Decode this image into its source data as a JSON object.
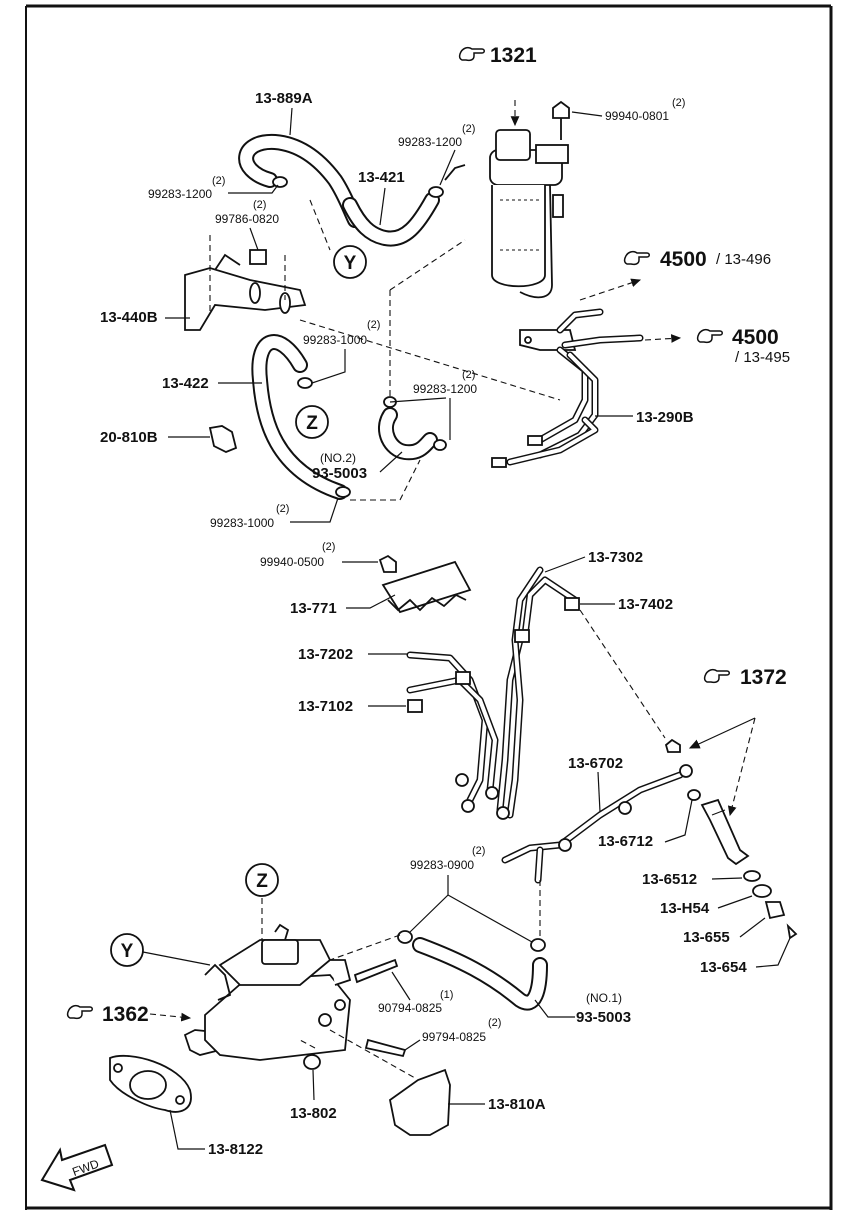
{
  "refs": {
    "r1321": "1321",
    "r4500a": "4500",
    "r4500a_sub": "/ 13-496",
    "r4500b": "4500",
    "r4500b_sub": "/ 13-495",
    "r1372": "1372",
    "r1362": "1362"
  },
  "circles": {
    "Y": "Y",
    "Z": "Z"
  },
  "parts": {
    "p889A": "13-889A",
    "p421": "13-421",
    "p440B": "13-440B",
    "p422": "13-422",
    "p20810B": "20-810B",
    "p290B": "13-290B",
    "p5003_2": "93-5003",
    "p771": "13-771",
    "p7202": "13-7202",
    "p7102": "13-7102",
    "p7302": "13-7302",
    "p7402": "13-7402",
    "p6702": "13-6702",
    "p6712": "13-6712",
    "p6512": "13-6512",
    "pH54": "13-H54",
    "p655": "13-655",
    "p654": "13-654",
    "p5003_1": "93-5003",
    "p810A": "13-810A",
    "p802": "13-802",
    "p8122": "13-8122"
  },
  "small": {
    "s0801": "99940-0801",
    "s1200a": "99283-1200",
    "s1200b": "99283-1200",
    "s0820": "99786-0820",
    "s1000a": "99283-1000",
    "s1200c": "99283-1200",
    "s1000b": "99283-1000",
    "s0500": "99940-0500",
    "s0900": "99283-0900",
    "s0825a": "90794-0825",
    "s0825b": "99794-0825"
  },
  "qty": {
    "q0801": "(2)",
    "q1200a": "(2)",
    "q1200b": "(2)",
    "q0820": "(2)",
    "q1000a": "(2)",
    "q1200c": "(2)",
    "q1000b": "(2)",
    "q0500": "(2)",
    "q0900": "(2)",
    "q0825a": "(1)",
    "q0825b": "(2)",
    "qNo2": "(NO.2)",
    "qNo1": "(NO.1)"
  },
  "fwd": "FWD",
  "icons": {
    "ref": "pointing-hand-icon",
    "fwd": "fwd-arrow-icon"
  }
}
